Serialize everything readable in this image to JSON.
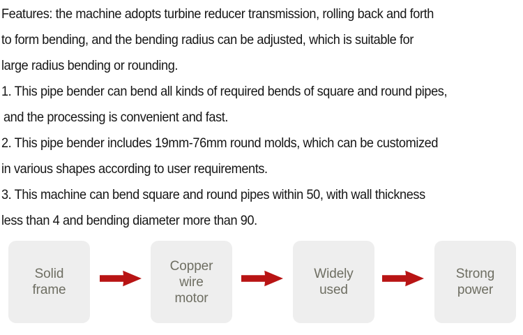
{
  "page": {
    "background_color": "#ffffff",
    "text_color": "#161616"
  },
  "description": {
    "lines": [
      "Features: the machine adopts turbine reducer transmission, rolling back and forth",
      "to form bending, and the bending radius can be adjusted, which is suitable for",
      "large radius bending or rounding.",
      "1. This pipe bender can bend all kinds of required bends of square and round pipes,",
      " and the processing is convenient and fast.",
      "2. This pipe bender includes 19mm-76mm round molds, which can be customized",
      "in various shapes according to user requirements.",
      "3. This machine can bend square and round pipes within 50, with wall thickness",
      "less than 4 and bending diameter more than 90."
    ]
  },
  "flow": {
    "box_fill_color": "#eeeeee",
    "box_text_color": "#6e6e62",
    "arrow_color": "#b81414",
    "boxes": [
      {
        "label": "Solid\nframe"
      },
      {
        "label": "Copper\nwire\nmotor"
      },
      {
        "label": "Widely\nused"
      },
      {
        "label": "Strong\npower"
      }
    ],
    "arrows": [
      {
        "name": "arrow-right-icon"
      },
      {
        "name": "arrow-right-icon"
      },
      {
        "name": "arrow-right-icon"
      }
    ]
  }
}
